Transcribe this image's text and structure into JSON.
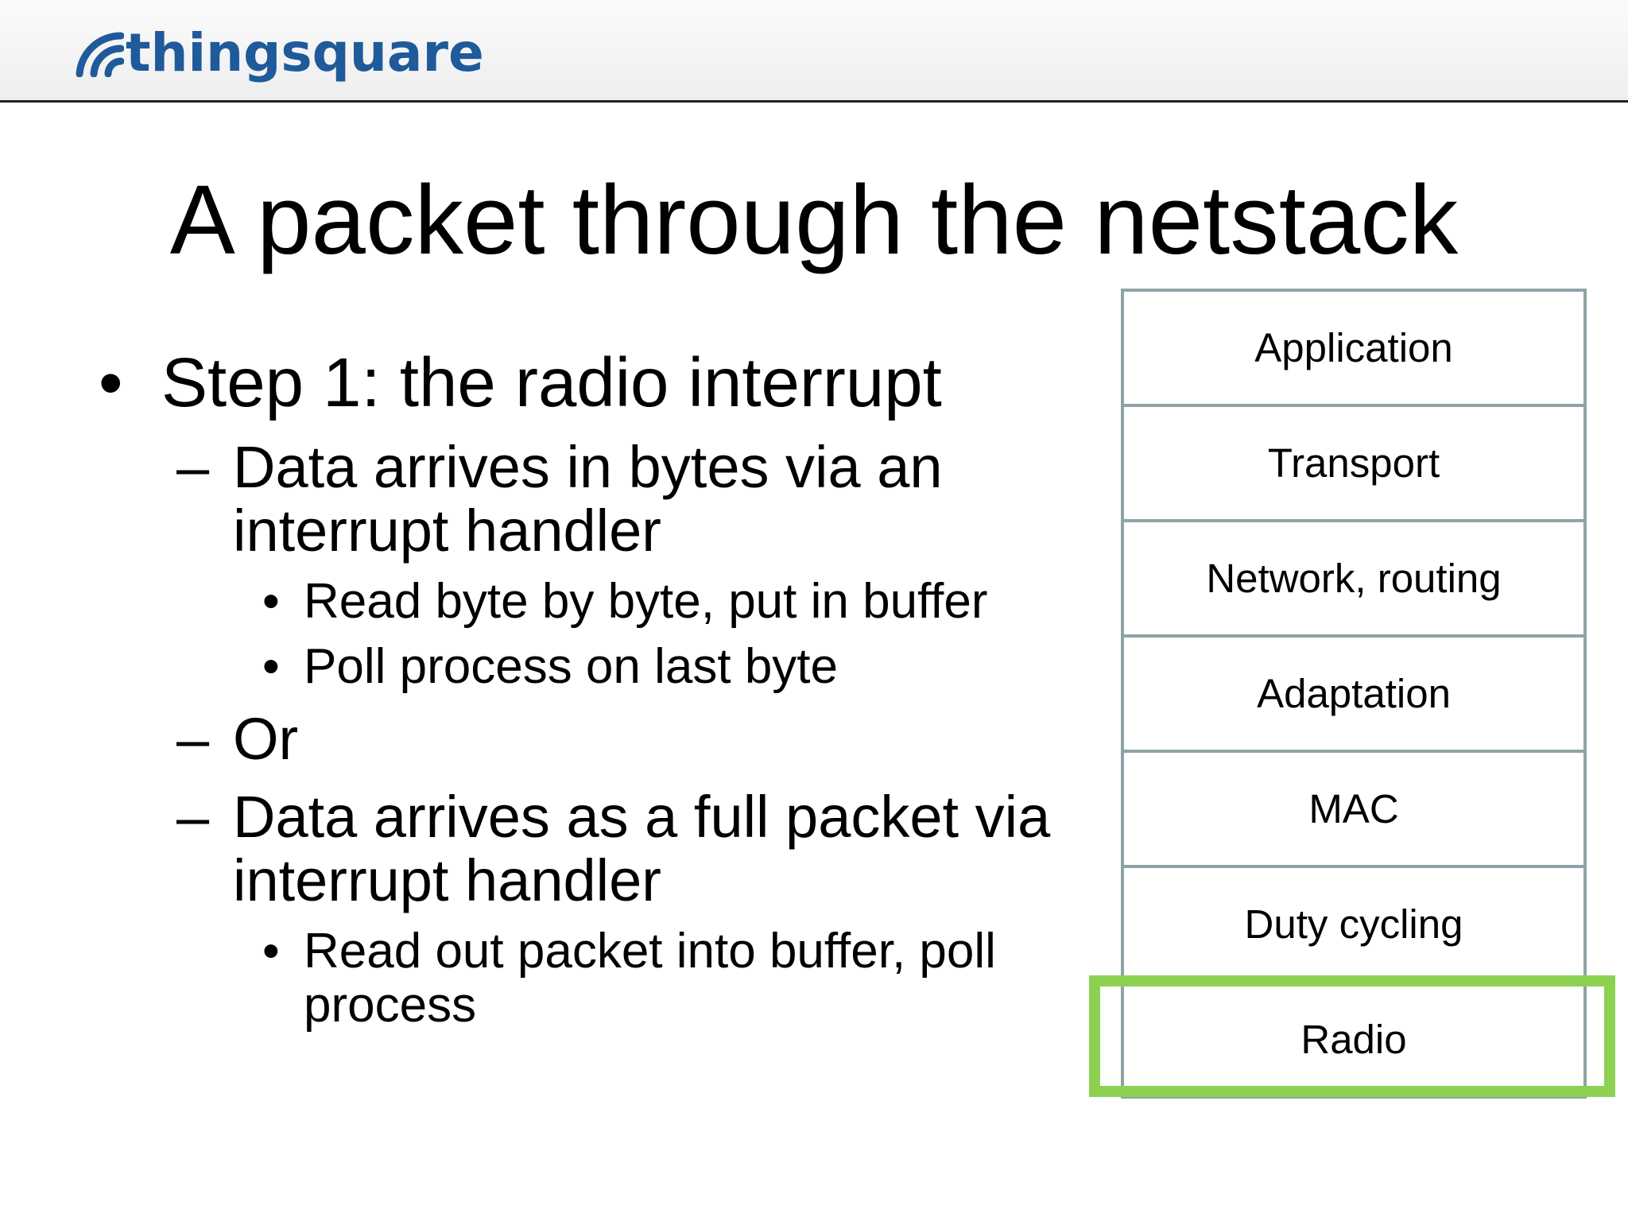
{
  "header": {
    "logo_text": "thingsquare",
    "logo_color": "#1f5a9a"
  },
  "slide": {
    "title": "A packet through the netstack",
    "bullets": {
      "b1": {
        "marker": "•",
        "text": "Step 1: the radio interrupt"
      },
      "b2": {
        "marker": "–",
        "line1": "Data arrives in bytes via an",
        "line2": "interrupt handler"
      },
      "b3": {
        "marker": "•",
        "text": "Read byte by byte, put in buffer"
      },
      "b4": {
        "marker": "•",
        "text": "Poll process on last byte"
      },
      "b5": {
        "marker": "–",
        "text": "Or"
      },
      "b6": {
        "marker": "–",
        "line1": "Data arrives as a full packet via",
        "line2": "interrupt handler"
      },
      "b7": {
        "marker": "•",
        "line1": "Read out packet into buffer, poll",
        "line2": "process"
      }
    }
  },
  "netstack": {
    "layers": [
      "Application",
      "Transport",
      "Network, routing",
      "Adaptation",
      "MAC",
      "Duty cycling",
      "Radio"
    ],
    "highlighted_layer": "Radio",
    "highlight_color": "#8dd150",
    "border_color": "#8fa3a6"
  }
}
